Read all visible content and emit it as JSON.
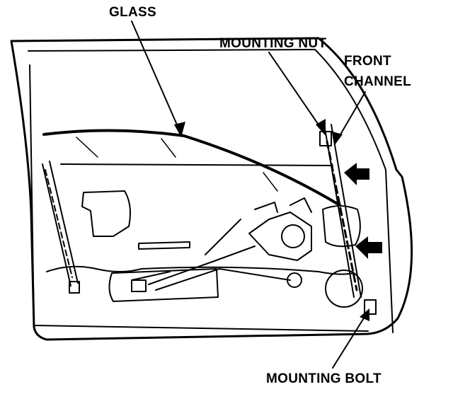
{
  "labels": {
    "glass": "GLASS",
    "mounting_nut": "MOUNTING NUT",
    "front_channel_line1": "FRONT",
    "front_channel_line2": "CHANNEL",
    "mounting_bolt": "MOUNTING BOLT"
  },
  "icons": {
    "direction_arrows": "arrow-left-icon"
  },
  "colors": {
    "ink": "#000000",
    "paper": "#ffffff"
  }
}
